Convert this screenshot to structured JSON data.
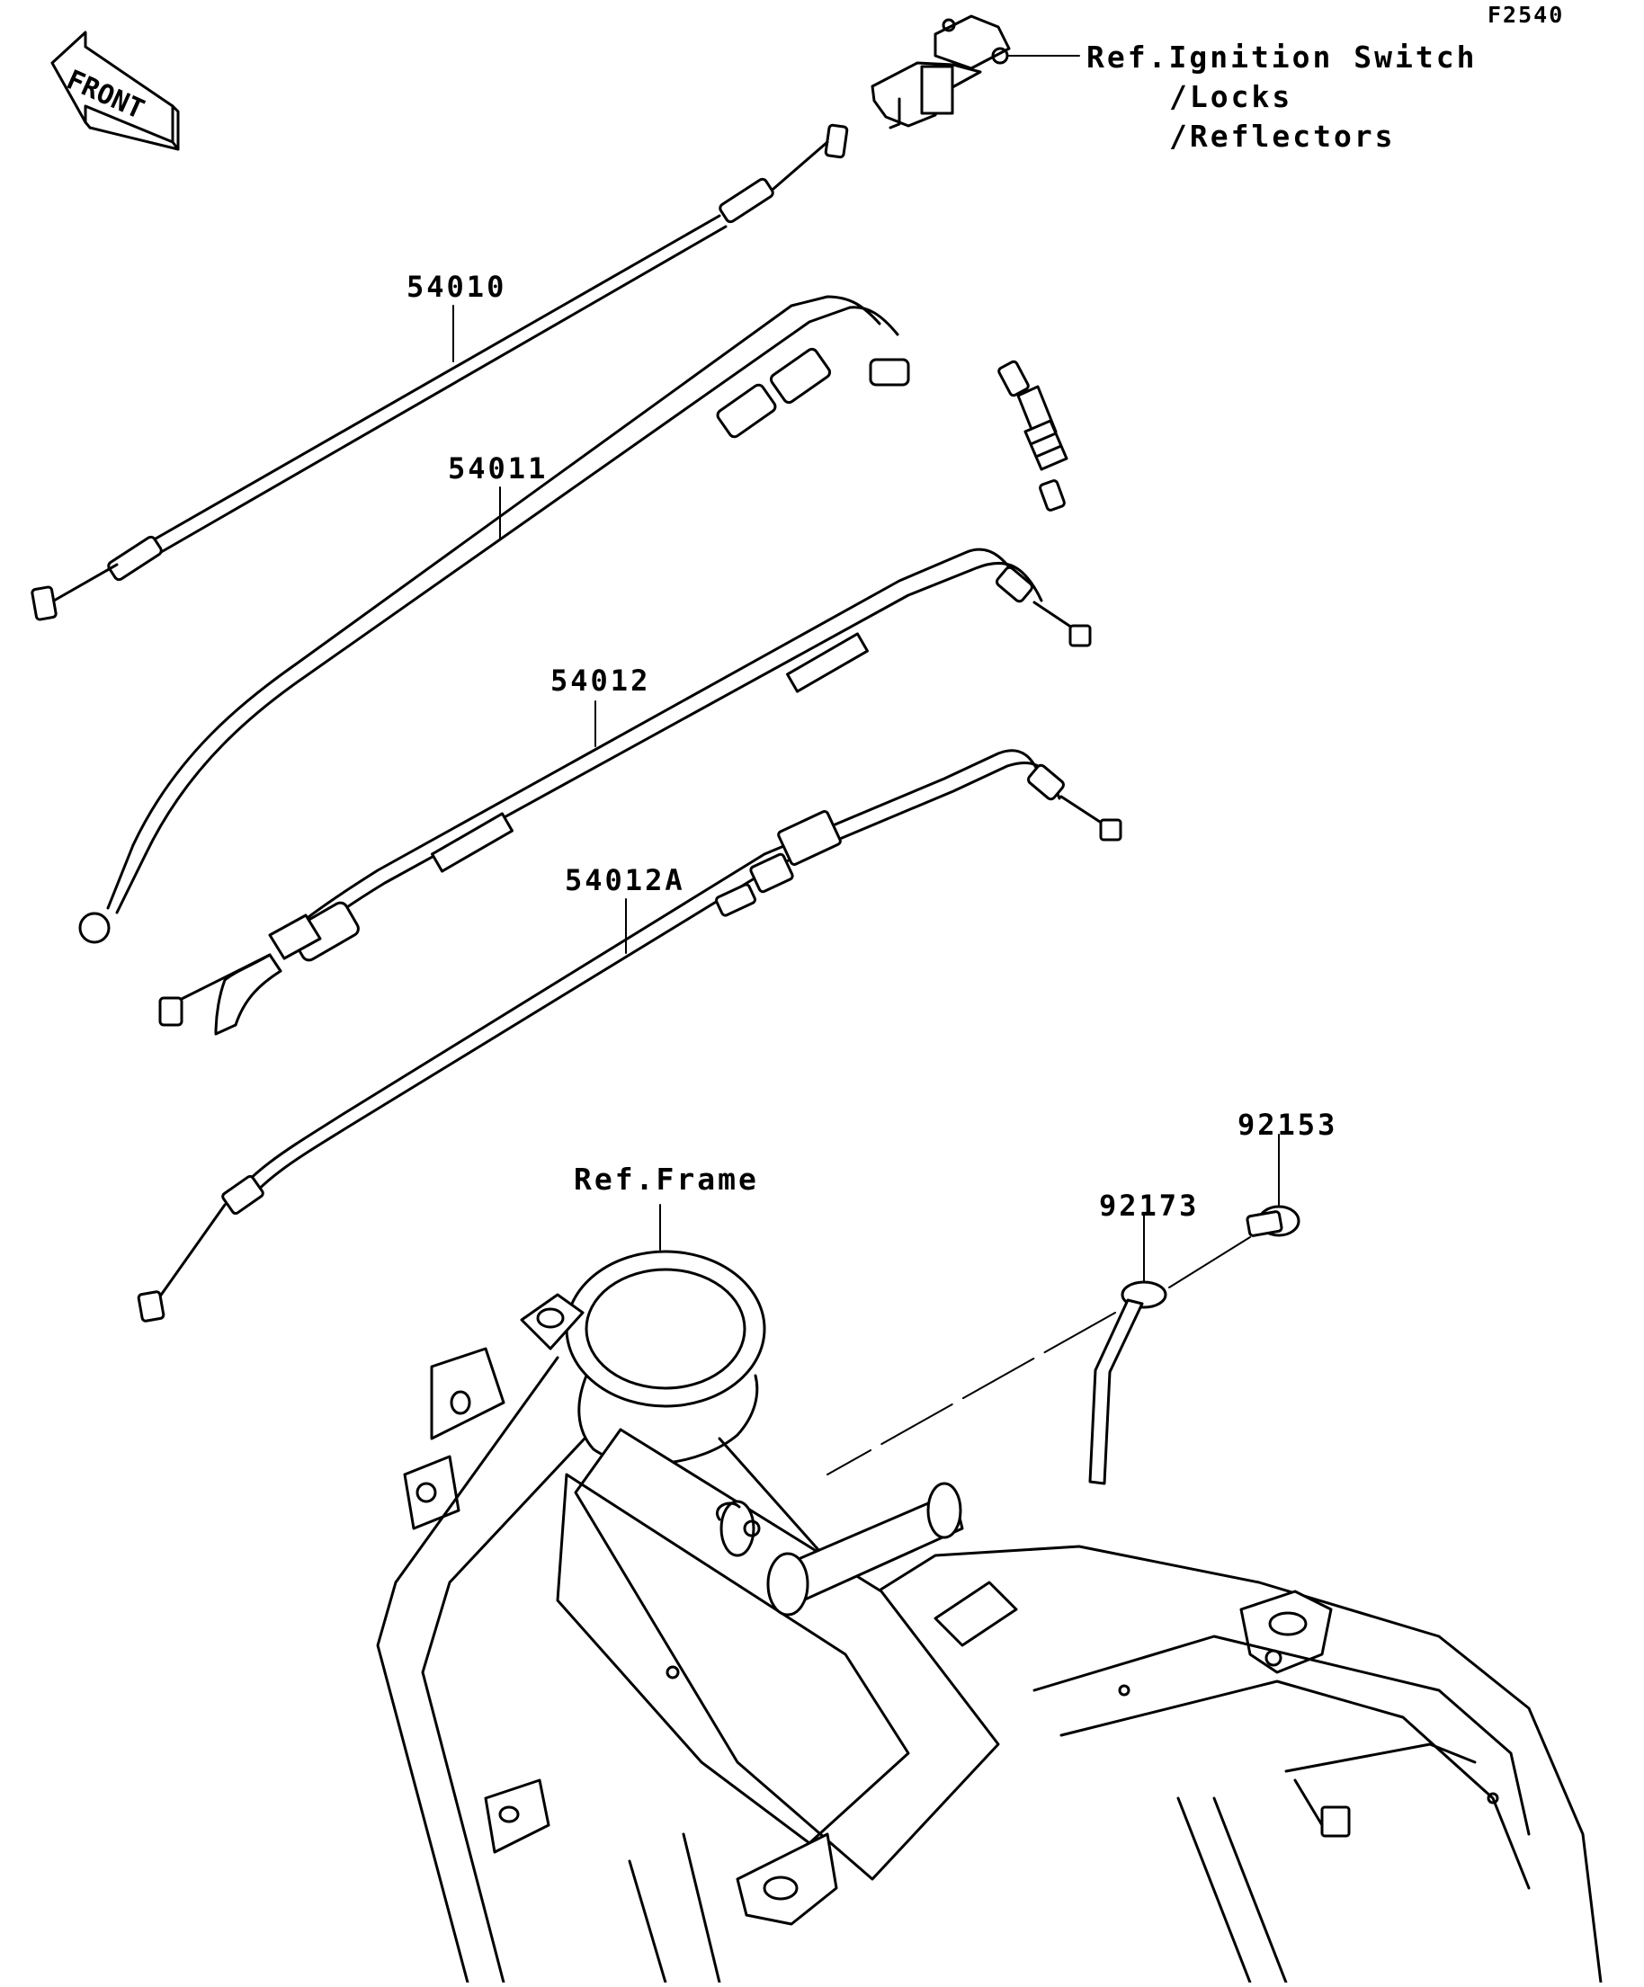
{
  "figure_code": "F2540",
  "front_label": "FRONT",
  "parts": [
    {
      "number": "54010"
    },
    {
      "number": "54011"
    },
    {
      "number": "54012"
    },
    {
      "number": "54012A"
    },
    {
      "number": "92153"
    },
    {
      "number": "92173"
    }
  ],
  "references": {
    "ignition_switch": [
      "Ref.Ignition Switch",
      "/Locks",
      "/Reflectors"
    ],
    "frame": "Ref.Frame"
  }
}
